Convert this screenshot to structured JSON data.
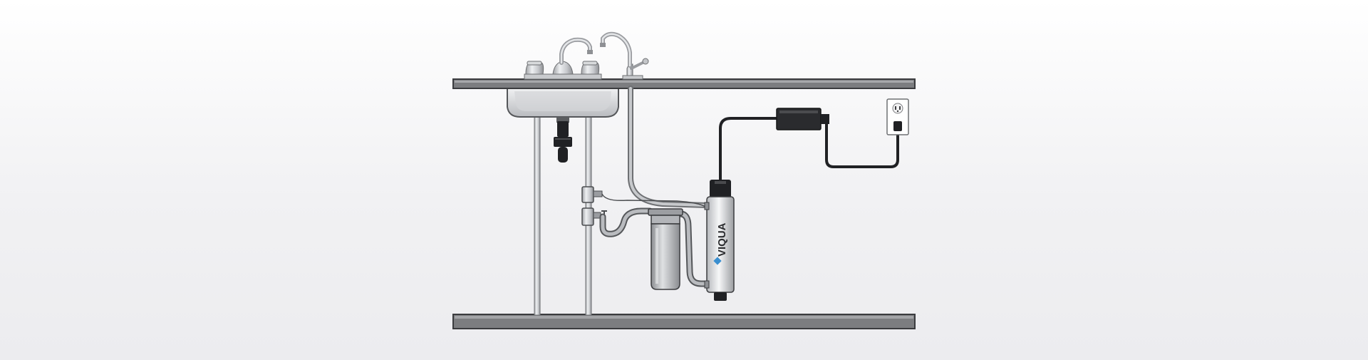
{
  "diagram": {
    "brand": {
      "name": "VIQUA",
      "color": "#3a8fd0"
    },
    "colors": {
      "countertop": "#7c7d80",
      "steel_light": "#e7e8ea",
      "steel_mid": "#bfc1c5",
      "steel_dark": "#8e9094",
      "rubber": "#202124",
      "outline": "#3b3c3f"
    },
    "components": [
      "kitchen-sink",
      "kitchen-faucet",
      "dedicated-drinking-faucet",
      "sediment-filter-housing",
      "uv-water-sterilizer",
      "power-supply-controller",
      "wall-outlet"
    ]
  }
}
